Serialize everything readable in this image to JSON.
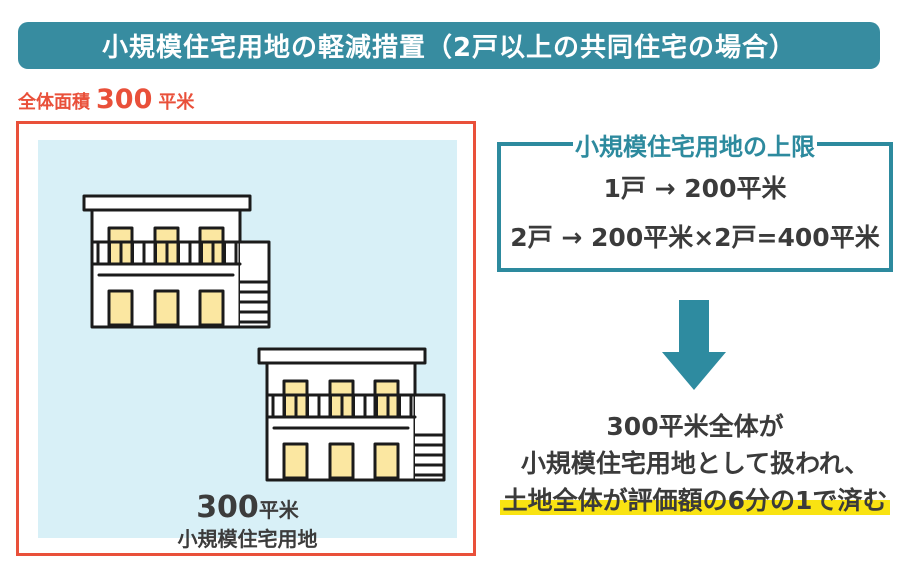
{
  "header": {
    "title": "小規模住宅用地の軽減措置（2戸以上の共同住宅の場合）"
  },
  "overall_area": {
    "label": "全体面積",
    "value": "300",
    "unit": "平米"
  },
  "plot": {
    "area_value": "300",
    "area_unit": "平米",
    "caption": "小規模住宅用地"
  },
  "upper_limit": {
    "title": "小規模住宅用地の上限",
    "rows": [
      "1戸 → 200平米",
      "2戸 → 200平米×2戸=400平米"
    ]
  },
  "conclusion": {
    "line1": "300平米全体が",
    "line2": "小規模住宅用地として扱われ、",
    "highlighted_line": "土地全体が評価額の6分の1で済む"
  },
  "icons": {
    "building": "apartment-building-illustration",
    "arrow": "down-arrow-icon"
  },
  "colors": {
    "header_teal": "#378ca0",
    "box_border_teal": "#2d8a9e",
    "arrow_teal": "#2e8ba0",
    "red_accent": "#e9503a",
    "panel_blue": "#d8f0f7",
    "window_yellow": "#fbe7a1",
    "highlight_yellow": "#f9e312",
    "text_dark": "#3b3b3b",
    "line_black": "#1b1b1b"
  }
}
